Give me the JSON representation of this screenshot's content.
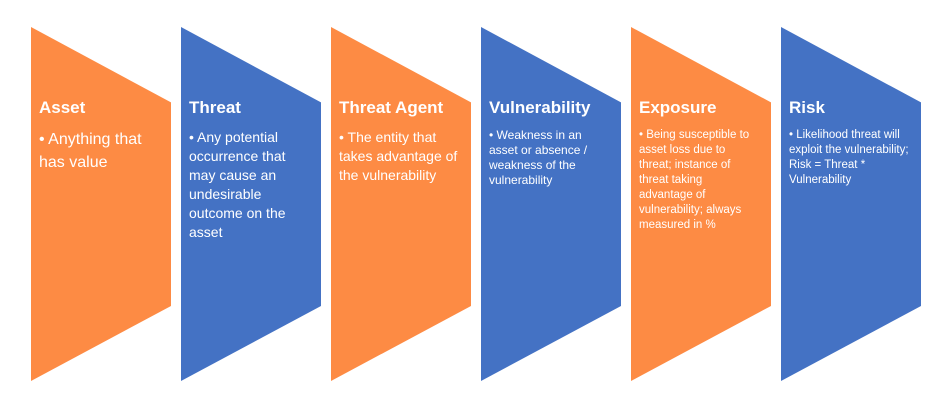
{
  "colors": {
    "orange": "#fd8b44",
    "blue": "#4472c4",
    "text": "#ffffff"
  },
  "steps": [
    {
      "title": "Asset",
      "bullet": "•",
      "description": "Anything that has value",
      "color": "orange"
    },
    {
      "title": "Threat",
      "bullet": "•",
      "description": "Any potential occurrence that may cause an undesirable outcome on the asset",
      "color": "blue"
    },
    {
      "title": "Threat Agent",
      "bullet": "•",
      "description": "The entity that takes advantage of the vulnerability",
      "color": "orange"
    },
    {
      "title": "Vulnerability",
      "bullet": "•",
      "description": "Weakness in an asset or absence / weakness of the vulnerability",
      "color": "blue"
    },
    {
      "title": "Exposure",
      "bullet": "•",
      "description": "Being susceptible to asset loss due to threat; instance of threat taking advantage of vulnerability; always measured in %",
      "color": "orange"
    },
    {
      "title": "Risk",
      "bullet": "•",
      "description": "Likelihood threat will exploit the vulnerability; Risk = Threat * Vulnerability",
      "color": "blue"
    }
  ]
}
